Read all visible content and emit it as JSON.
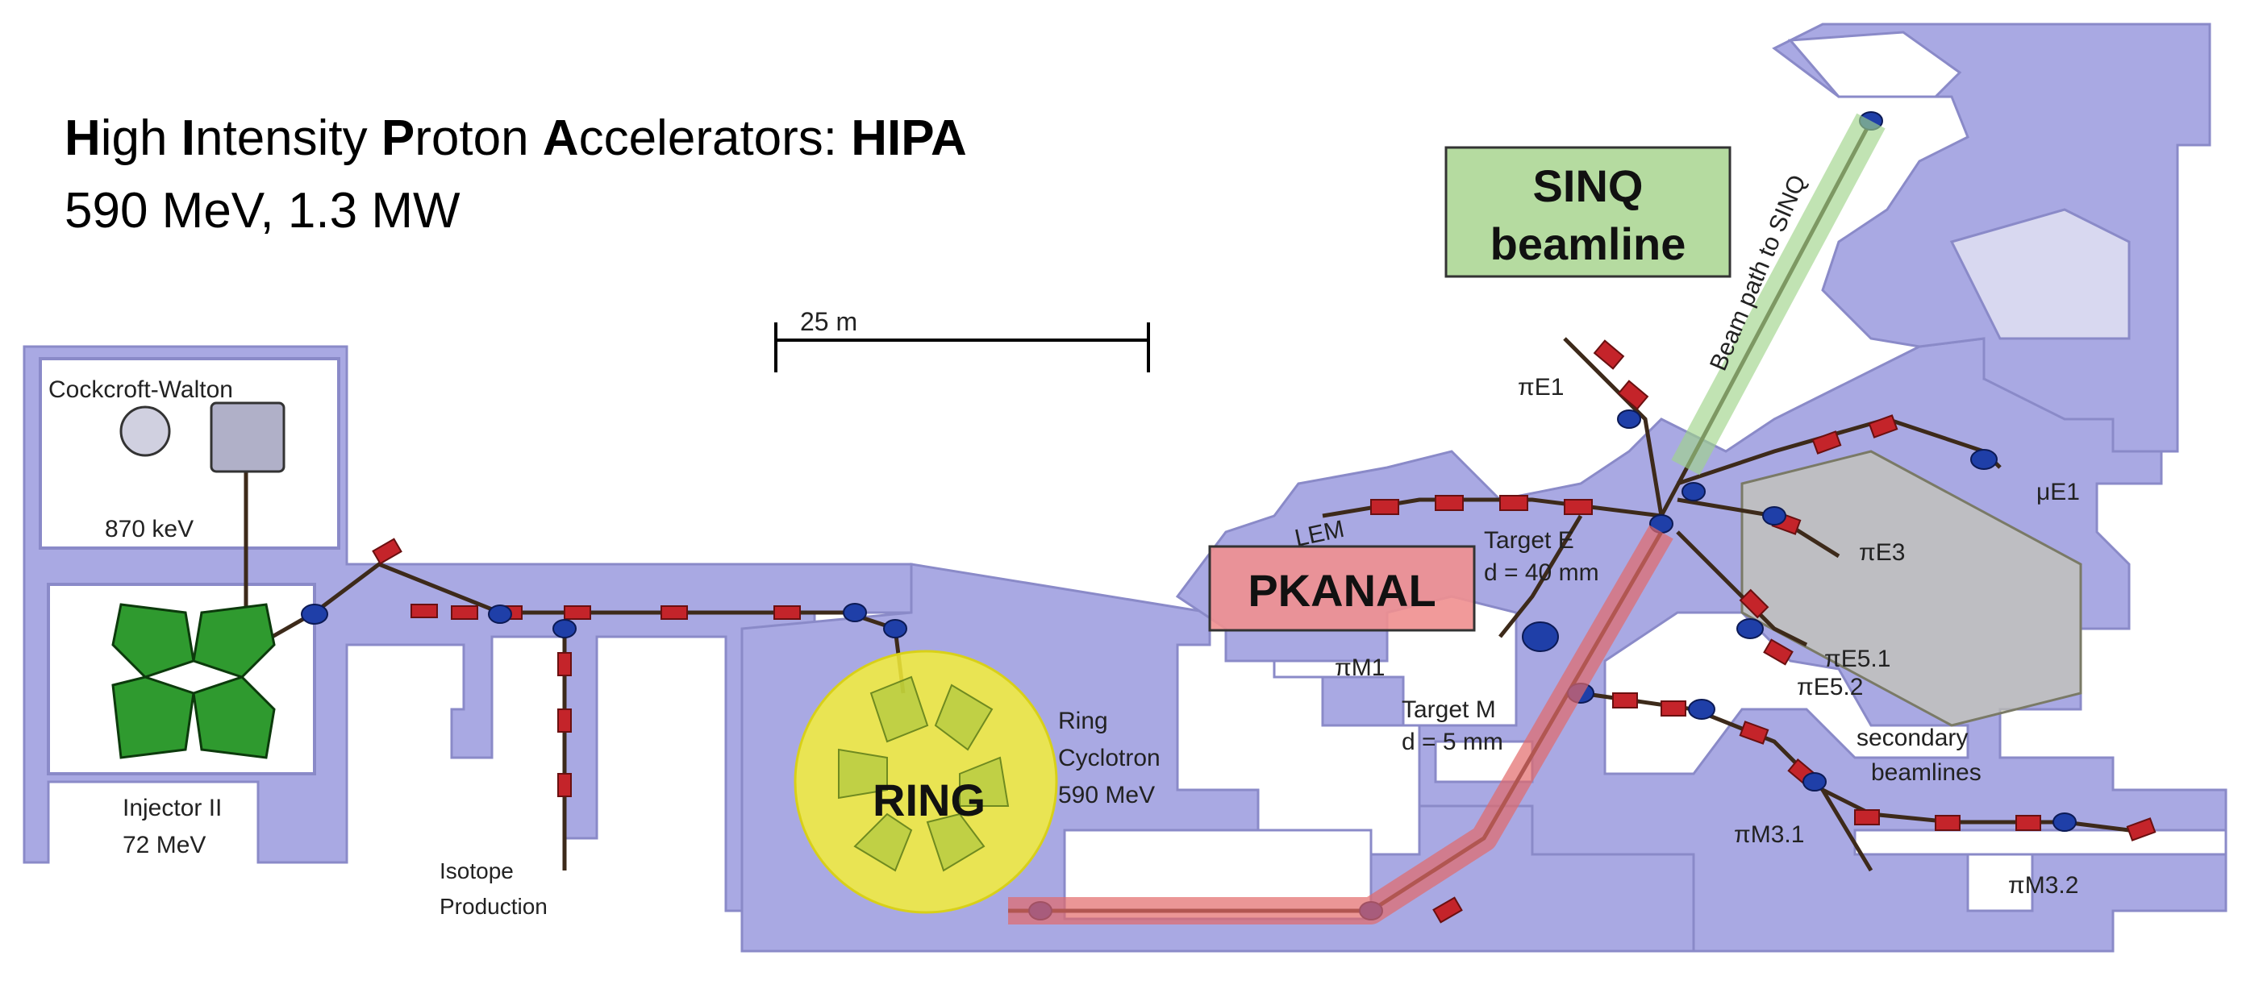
{
  "title": {
    "parts": [
      {
        "bold": "H",
        "rest": "igh "
      },
      {
        "bold": "I",
        "rest": "ntensity "
      },
      {
        "bold": "P",
        "rest": "roton "
      },
      {
        "bold": "A",
        "rest": "ccelerators: "
      },
      {
        "bold": "HIPA",
        "rest": ""
      }
    ],
    "subtitle": "590 MeV, 1.3 MW"
  },
  "scale_bar": {
    "label": "25 m"
  },
  "facilities": {
    "cockcroft": {
      "name": "Cockcroft-Walton",
      "energy": "870 keV"
    },
    "injector": {
      "name": "Injector II",
      "energy": "72 MeV"
    },
    "isotope": {
      "line1": "Isotope",
      "line2": "Production"
    },
    "ring": {
      "line1": "Ring",
      "line2": "Cyclotron",
      "line3": "590 MeV"
    },
    "target_e": {
      "name": "Target E",
      "size": "d = 40 mm"
    },
    "target_m": {
      "name": "Target M",
      "size": "d = 5 mm"
    },
    "secondary": {
      "line1": "secondary",
      "line2": "beamlines"
    },
    "sinq_path": "Beam path to SINQ"
  },
  "beamlines": {
    "pie1": "πE1",
    "mue1": "μE1",
    "pie3": "πE3",
    "pie51": "πE5.1",
    "pie52": "πE5.2",
    "pim1": "πM1",
    "pim31": "πM3.1",
    "pim32": "πM3.2",
    "lem": "LEM"
  },
  "callouts": {
    "sinq": {
      "line1": "SINQ",
      "line2": "beamline",
      "fill": "#b5dba0"
    },
    "pkanal": {
      "label": "PKANAL",
      "fill": "#ef8f8f"
    },
    "ring": {
      "label": "RING",
      "fill": "#f5ef3a"
    }
  },
  "colors": {
    "floor": "#a9a9e3",
    "floor_edge": "#8a8ac8",
    "magnet_red": "#c4242a",
    "magnet_blue": "#1f3fa8",
    "injector_green": "#2f9a2f",
    "pkanal_path": "#e26a6a",
    "sinq_path": "#9fd48a"
  }
}
